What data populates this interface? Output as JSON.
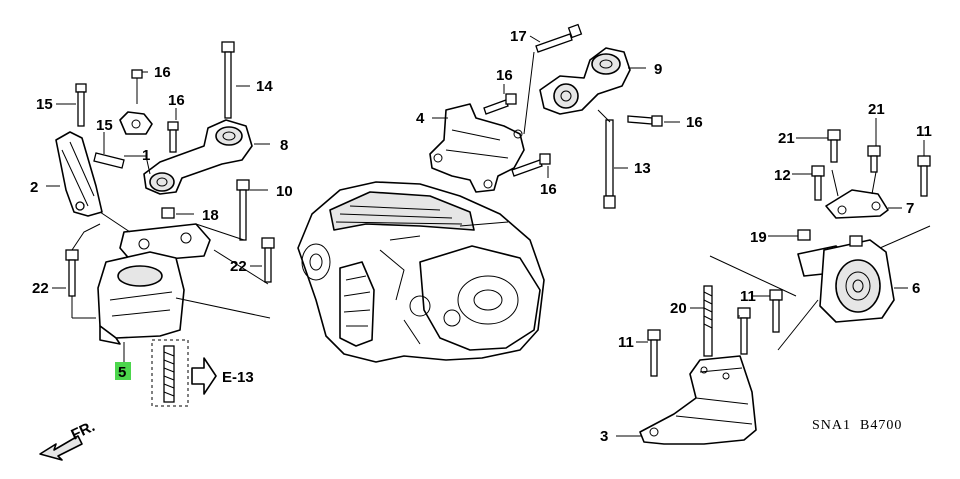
{
  "diagram": {
    "callouts": {
      "c1": "1",
      "c2": "2",
      "c3": "3",
      "c4": "4",
      "c5": "5",
      "c6": "6",
      "c7": "7",
      "c8": "8",
      "c9": "9",
      "c10": "10",
      "c11": "11",
      "c12": "12",
      "c13": "13",
      "c14": "14",
      "c15": "15",
      "c16": "16",
      "c17": "17",
      "c18": "18",
      "c19": "19",
      "c20": "20",
      "c21": "21",
      "c22": "22"
    },
    "reference": "E-13",
    "front_label": "FR.",
    "diagram_code": "SNA1  B4700",
    "highlight_color": "#4cd64c"
  }
}
